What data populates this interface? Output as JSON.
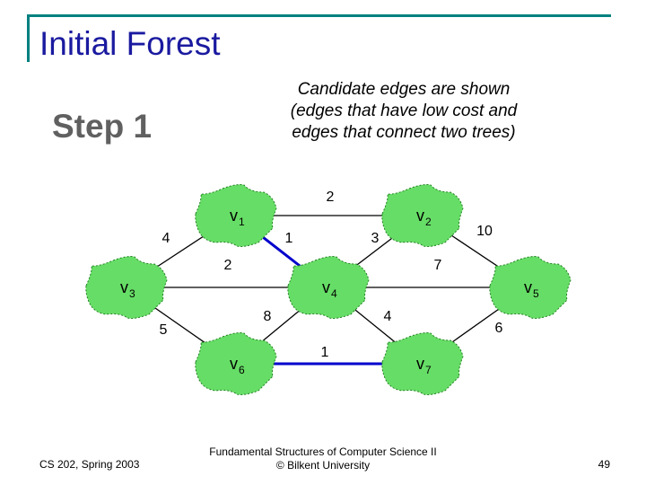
{
  "title": "Initial Forest",
  "step": "Step 1",
  "caption": [
    "Candidate edges are shown",
    "(edges that have low cost and",
    "edges that connect two trees)"
  ],
  "colors": {
    "title": "#1a1aa0",
    "accent": "#008080",
    "blob": "#66dd66",
    "candidate_edge": "#0000cc",
    "edge": "#000000"
  },
  "nodes": [
    {
      "id": "v1",
      "name": "v",
      "sub": "1"
    },
    {
      "id": "v2",
      "name": "v",
      "sub": "2"
    },
    {
      "id": "v3",
      "name": "v",
      "sub": "3"
    },
    {
      "id": "v4",
      "name": "v",
      "sub": "4"
    },
    {
      "id": "v5",
      "name": "v",
      "sub": "5"
    },
    {
      "id": "v6",
      "name": "v",
      "sub": "6"
    },
    {
      "id": "v7",
      "name": "v",
      "sub": "7"
    }
  ],
  "edges": [
    {
      "from": "v1",
      "to": "v2",
      "weight": "2",
      "candidate": false
    },
    {
      "from": "v1",
      "to": "v3",
      "weight": "4",
      "candidate": false
    },
    {
      "from": "v1",
      "to": "v4",
      "weight": "1",
      "candidate": true
    },
    {
      "from": "v2",
      "to": "v4",
      "weight": "3",
      "candidate": false
    },
    {
      "from": "v2",
      "to": "v5",
      "weight": "10",
      "candidate": false
    },
    {
      "from": "v3",
      "to": "v4",
      "weight": "2",
      "candidate": false
    },
    {
      "from": "v4",
      "to": "v5",
      "weight": "7",
      "candidate": false
    },
    {
      "from": "v3",
      "to": "v6",
      "weight": "5",
      "candidate": false
    },
    {
      "from": "v4",
      "to": "v6",
      "weight": "8",
      "candidate": false
    },
    {
      "from": "v4",
      "to": "v7",
      "weight": "4",
      "candidate": false
    },
    {
      "from": "v5",
      "to": "v7",
      "weight": "6",
      "candidate": false
    },
    {
      "from": "v6",
      "to": "v7",
      "weight": "1",
      "candidate": true
    }
  ],
  "footer": {
    "left": "CS 202, Spring 2003",
    "center": [
      "Fundamental Structures of Computer Science II",
      "© Bilkent University"
    ],
    "page": "49"
  }
}
